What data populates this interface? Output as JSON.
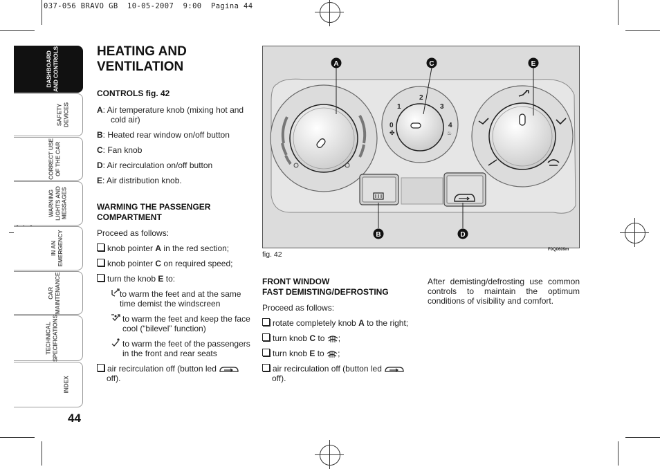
{
  "print_header": "037-056 BRAVO GB  10-05-2007  9:00  Pagina 44",
  "page_number": "44",
  "tabs": [
    {
      "label": "DASHBOARD\nAND CONTROLS",
      "active": true
    },
    {
      "label": "SAFETY\nDEVICES",
      "active": false
    },
    {
      "label": "CORRECT USE\nOF THE CAR",
      "active": false
    },
    {
      "label": "WARNING\nLIGHTS AND\nMESSAGES",
      "active": false
    },
    {
      "label": "IN AN\nEMERGENCY",
      "active": false
    },
    {
      "label": "CAR\nMAINTENANCE",
      "active": false
    },
    {
      "label": "TECHNICAL\nSPECIFICATIONS",
      "active": false
    },
    {
      "label": "INDEX",
      "active": false
    }
  ],
  "title_line1": "HEATING AND",
  "title_line2": "VENTILATION",
  "controls": {
    "heading": "CONTROLS fig. 42",
    "items": [
      {
        "key": "A",
        "text": ": Air temperature knob (mixing hot and cold air)"
      },
      {
        "key": "B",
        "text": ": Heated rear window on/off button"
      },
      {
        "key": "C",
        "text": ": Fan knob"
      },
      {
        "key": "D",
        "text": ": Air recirculation on/off button"
      },
      {
        "key": "E",
        "text": ": Air distribution knob."
      }
    ]
  },
  "warming": {
    "heading_line1": "WARMING THE PASSENGER",
    "heading_line2": "COMPARTMENT",
    "intro": "Proceed as follows:",
    "step1_pre": "knob pointer ",
    "step1_key": "A",
    "step1_post": " in the red section;",
    "step2_pre": "knob pointer ",
    "step2_key": "C",
    "step2_post": " on required speed;",
    "step3_pre": "turn the knob ",
    "step3_key": "E",
    "step3_post": " to:",
    "sub1": "to warm the feet and at the same time demist the windscreen",
    "sub2": "to warm the feet and keep the face cool (“bilevel” function)",
    "sub3": "to warm the feet of the passengers in the front and rear seats",
    "step4": "air recirculation off (button led",
    "step4_end": "off)."
  },
  "figure": {
    "caption": "fig. 42",
    "code": "F0Q0609m",
    "callouts": [
      "A",
      "B",
      "C",
      "D",
      "E"
    ],
    "fan_numbers": [
      "0",
      "1",
      "2",
      "3",
      "4"
    ]
  },
  "demisting": {
    "heading_line1": "FRONT WINDOW",
    "heading_line2": "FAST DEMISTING/DEFROSTING",
    "intro": "Proceed as follows:",
    "step1_pre": "rotate completely knob ",
    "step1_key": "A",
    "step1_post": " to the right;",
    "step2_pre": "turn knob ",
    "step2_key": "C",
    "step2_post": " to ",
    "step3_pre": "turn knob ",
    "step3_key": "E",
    "step3_post": " to ",
    "step4": "air recirculation off (button led",
    "step4_end": "off).",
    "after": "After demisting/defrosting use common controls to maintain the optimum conditions of visibility and comfort."
  },
  "colors": {
    "active_tab": "#111111",
    "figure_bg": "#dcdcdc",
    "callout_fill": "#111111"
  },
  "icons": [
    "feet-windscreen-icon",
    "bilevel-icon",
    "feet-icon",
    "recirculation-icon",
    "defrost-icon",
    "fan-icon",
    "rear-window-heater-icon"
  ]
}
